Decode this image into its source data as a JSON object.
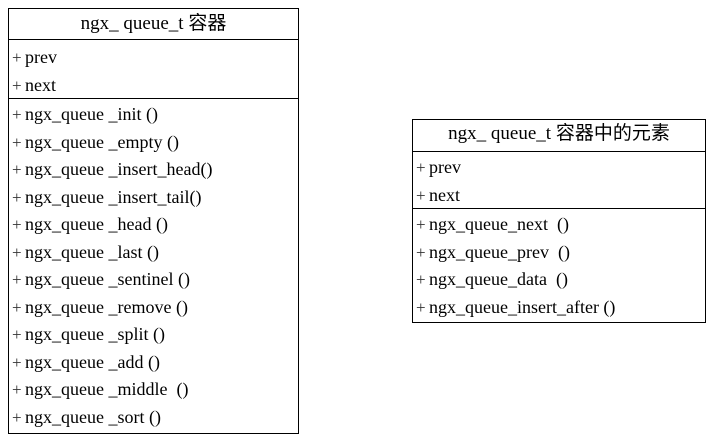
{
  "classes": [
    {
      "title": "ngx_ queue_t 容器",
      "attributes": [
        {
          "vis": "+",
          "name": "prev"
        },
        {
          "vis": "+",
          "name": "next"
        }
      ],
      "methods": [
        {
          "vis": "+",
          "name": "ngx_queue _init ()"
        },
        {
          "vis": "+",
          "name": "ngx_queue _empty ()"
        },
        {
          "vis": "+",
          "name": "ngx_queue _insert_head()"
        },
        {
          "vis": "+",
          "name": "ngx_queue _insert_tail()"
        },
        {
          "vis": "+",
          "name": "ngx_queue _head ()"
        },
        {
          "vis": "+",
          "name": "ngx_queue _last ()"
        },
        {
          "vis": "+",
          "name": "ngx_queue _sentinel ()"
        },
        {
          "vis": "+",
          "name": "ngx_queue _remove ()"
        },
        {
          "vis": "+",
          "name": "ngx_queue _split ()"
        },
        {
          "vis": "+",
          "name": "ngx_queue _add ()"
        },
        {
          "vis": "+",
          "name": "ngx_queue _middle  ()"
        },
        {
          "vis": "+",
          "name": "ngx_queue _sort ()"
        }
      ]
    },
    {
      "title": "ngx_ queue_t 容器中的元素",
      "attributes": [
        {
          "vis": "+",
          "name": "prev"
        },
        {
          "vis": "+",
          "name": "next"
        }
      ],
      "methods": [
        {
          "vis": "+",
          "name": "ngx_queue_next  ()"
        },
        {
          "vis": "+",
          "name": "ngx_queue_prev  ()"
        },
        {
          "vis": "+",
          "name": "ngx_queue_data  ()"
        },
        {
          "vis": "+",
          "name": "ngx_queue_insert_after ()"
        }
      ]
    }
  ]
}
